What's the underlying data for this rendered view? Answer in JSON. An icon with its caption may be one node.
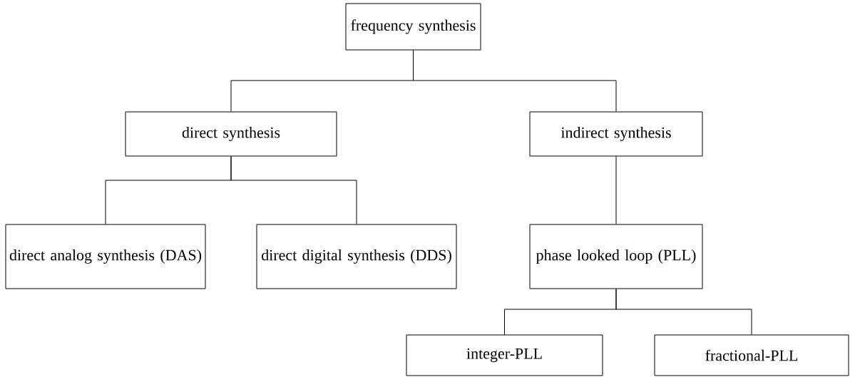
{
  "diagram": {
    "nodes": [
      {
        "text": [
          "frequency synthesis"
        ]
      },
      {
        "text": [
          "direct synthesis"
        ]
      },
      {
        "text": [
          "indirect synthesis"
        ]
      },
      {
        "text": [
          "direct analog synthesis (DAS)"
        ]
      },
      {
        "text": [
          "direct digital synthesis (DDS)"
        ]
      },
      {
        "text": [
          "phase looked loop (PLL)"
        ]
      },
      {
        "text": [
          "integer-PLL"
        ]
      },
      {
        "text": [
          "fractional-PLL"
        ]
      }
    ],
    "edges": [
      {
        "from": 0,
        "to": 1,
        "arrow": "none"
      },
      {
        "from": 0,
        "to": 2,
        "arrow": "none"
      },
      {
        "from": 1,
        "to": 3,
        "arrow": "none"
      },
      {
        "from": 1,
        "to": 4,
        "arrow": "none"
      },
      {
        "from": 2,
        "to": 5,
        "arrow": "none"
      },
      {
        "from": 5,
        "to": 6,
        "arrow": "none"
      },
      {
        "from": 5,
        "to": 7,
        "arrow": "none"
      }
    ]
  }
}
